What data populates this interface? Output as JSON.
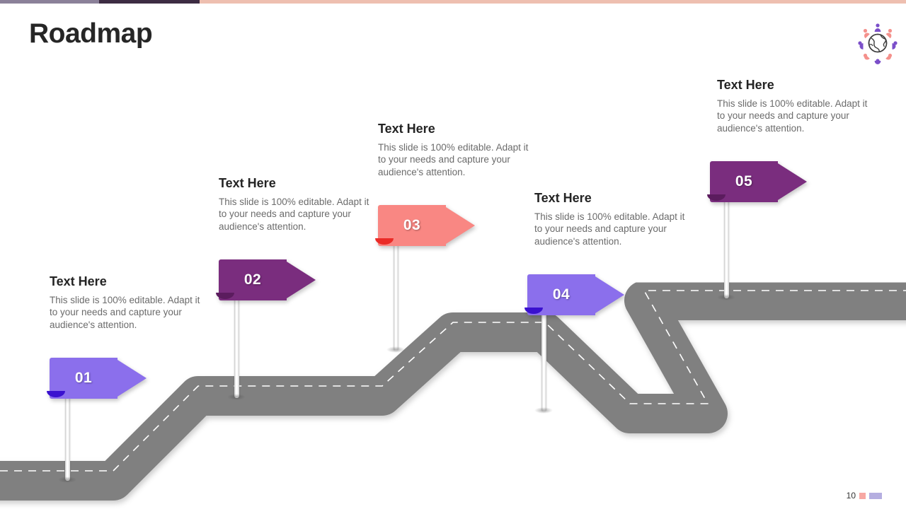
{
  "slide": {
    "title": "Roadmap",
    "page_number": "10",
    "background_color": "#ffffff"
  },
  "topbar": {
    "segments": [
      {
        "name": "segment-left",
        "color": "#8b8199"
      },
      {
        "name": "segment-middle",
        "color": "#3d2c43"
      },
      {
        "name": "segment-right",
        "color": "#eebfb0"
      }
    ]
  },
  "logo": {
    "name": "globe-people-logo",
    "globe_color": "#3f3f3f",
    "people_colors": [
      "#7b4fc9",
      "#f4918c"
    ]
  },
  "road": {
    "color": "#808080",
    "dash_color": "#ffffff",
    "description": "winding stepped road from bottom-left rising to the right"
  },
  "footer": {
    "swatch_colors": [
      "#f7a8a3",
      "#b5aee0"
    ]
  },
  "milestones": [
    {
      "number": "01",
      "heading": "Text Here",
      "body": "This slide is 100% editable. Adapt it to your needs and capture your audience's attention.",
      "color": "#8b6fec",
      "fold_color": "#3a11cf",
      "variant": "c-lightpurple"
    },
    {
      "number": "02",
      "heading": "Text Here",
      "body": "This slide is 100% editable. Adapt it to your needs and capture your audience's attention.",
      "color": "#7a2d7e",
      "fold_color": "#5b1c5e",
      "variant": "c-deeppurple"
    },
    {
      "number": "03",
      "heading": "Text Here",
      "body": "This slide is 100% editable. Adapt it to your needs and capture your audience's attention.",
      "color": "#f98783",
      "fold_color": "#ea2b27",
      "variant": "c-salmon"
    },
    {
      "number": "04",
      "heading": "Text Here",
      "body": "This slide is 100% editable. Adapt it to your needs and capture your audience's attention.",
      "color": "#8b6fec",
      "fold_color": "#3a11cf",
      "variant": "c-lightpurple"
    },
    {
      "number": "05",
      "heading": "Text Here",
      "body": "This slide is 100% editable. Adapt it to your needs and capture your audience's attention.",
      "color": "#7a2d7e",
      "fold_color": "#5b1c5e",
      "variant": "c-deeppurple"
    }
  ]
}
